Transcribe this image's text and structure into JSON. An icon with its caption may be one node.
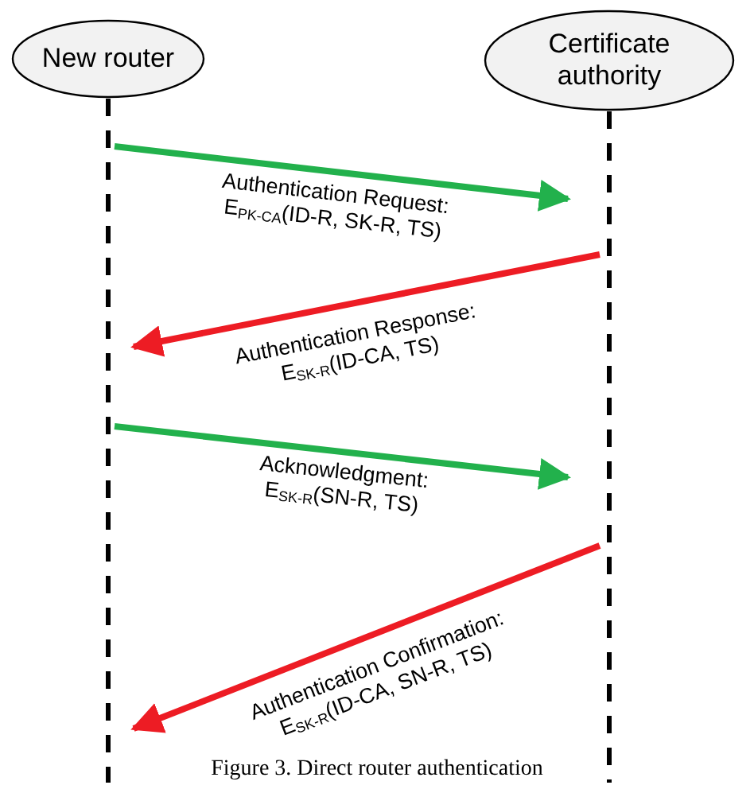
{
  "diagram": {
    "caption": "Figure 3. Direct router authentication",
    "nodes": [
      {
        "text": [
          "New router"
        ]
      },
      {
        "text": [
          "Certificate authority"
        ]
      }
    ],
    "edges": [
      {
        "from": 0,
        "to": 1,
        "arrow": "to",
        "color": "#22b14c",
        "label": "Authentication Request: E$_{PK-CA}$(ID-R, SK-R, TS)"
      },
      {
        "from": 1,
        "to": 0,
        "arrow": "to",
        "color": "#ed1c24",
        "label": "Authentication Response: E$_{SK-R}$(ID-CA, TS)"
      },
      {
        "from": 0,
        "to": 1,
        "arrow": "to",
        "color": "#22b14c",
        "label": "Acknowledgment: E$_{SK-R}$(SN-R, TS)"
      },
      {
        "from": 1,
        "to": 0,
        "arrow": "to",
        "color": "#ed1c24",
        "label": "Authentication Confirmation: E$_{SK-R}$(ID-CA, SN-R, TS)"
      }
    ]
  }
}
